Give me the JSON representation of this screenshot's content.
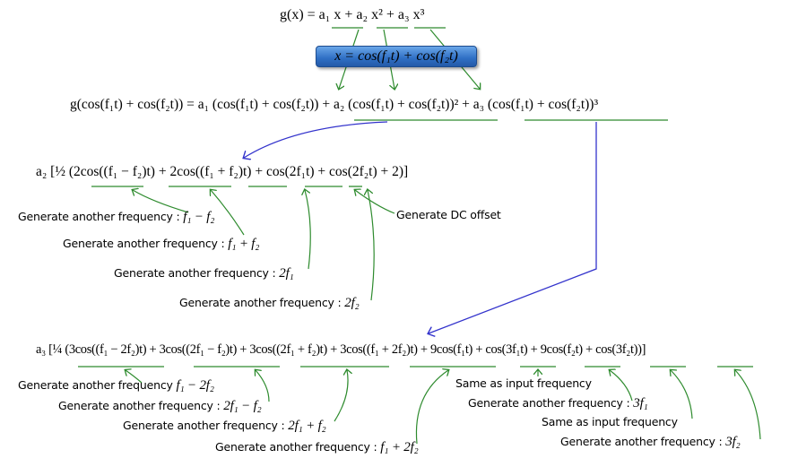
{
  "equations": {
    "g_definition": "g(x) = a₁ x + a₂ x² + a₃ x³",
    "substitution": "x = cos(f₁t) + cos(f₂t)",
    "expanded": "g(cos(f₁t) + cos(f₂t)) = a₁ (cos(f₁t) + cos(f₂t)) + a₂ (cos(f₁t) + cos(f₂t))² + a₃ (cos(f₁t) + cos(f₂t))³",
    "second_order": "a₂ [½ (2cos((f₁ − f₂)t) + 2cos((f₁ + f₂)t) + cos(2f₁t) + cos(2f₂t) + 2)]",
    "third_order": "a₃ [¼ (3cos((f₁ − 2f₂)t) + 3cos((2f₁ − f₂)t) + 3cos((2f₁ + f₂)t) + 3cos((f₁ + 2f₂)t) + 9cos(f₁t) + cos(3f₁t) + 9cos(f₂t) + cos(3f₂t))]"
  },
  "second_order_labels": [
    {
      "text": "Generate another frequency :",
      "math": "f₁ − f₂"
    },
    {
      "text": "Generate another frequency :",
      "math": "f₁ + f₂"
    },
    {
      "text": "Generate another frequency :",
      "math": "2f₁"
    },
    {
      "text": "Generate another frequency :",
      "math": "2f₂"
    },
    {
      "text": "Generate DC offset",
      "math": ""
    }
  ],
  "third_order_labels": [
    {
      "text": "Generate another frequency",
      "math": "f₁ − 2f₂"
    },
    {
      "text": "Generate another frequency :",
      "math": "2f₁ − f₂"
    },
    {
      "text": "Generate another frequency :",
      "math": "2f₁ + f₂"
    },
    {
      "text": "Generate another frequency :",
      "math": "f₁ + 2f₂"
    },
    {
      "text": "Same as input frequency",
      "math": ""
    },
    {
      "text": "Generate another frequency :",
      "math": "3f₁"
    },
    {
      "text": "Same as input frequency",
      "math": ""
    },
    {
      "text": "Generate another frequency :",
      "math": "3f₂"
    }
  ],
  "colors": {
    "annotation_arrows": "#2e8b2e",
    "flow_arrows": "#3333cc",
    "substitution_box": "#3a7bd5"
  }
}
